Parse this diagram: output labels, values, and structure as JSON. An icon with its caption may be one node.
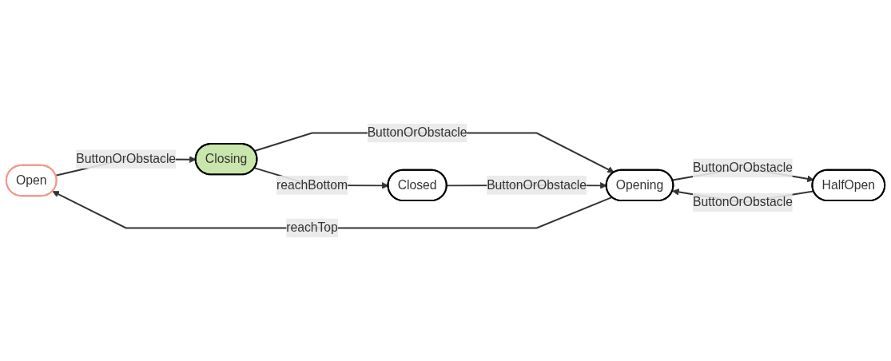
{
  "diagram": {
    "nodes": [
      {
        "text": [
          "Open"
        ]
      },
      {
        "text": [
          "Closing"
        ]
      },
      {
        "text": [
          "Opening"
        ]
      },
      {
        "text": [
          "HalfOpen"
        ]
      },
      {
        "text": [
          "Closed"
        ]
      }
    ],
    "edges": [
      {
        "from": 0,
        "to": 1,
        "arrow": "to",
        "label": "ButtonOrObstacle"
      },
      {
        "from": 1,
        "to": 2,
        "arrow": "to",
        "label": "ButtonOrObstacle"
      },
      {
        "from": 1,
        "to": 4,
        "arrow": "to",
        "label": "reachBottom"
      },
      {
        "from": 2,
        "to": 0,
        "arrow": "to",
        "label": "reachTop"
      },
      {
        "from": 2,
        "to": 3,
        "arrow": "to",
        "label": "ButtonOrObstacle"
      },
      {
        "from": 3,
        "to": 2,
        "arrow": "to",
        "label": "ButtonOrObstacle"
      },
      {
        "from": 4,
        "to": 2,
        "arrow": "to",
        "label": "ButtonOrObstacle"
      }
    ]
  }
}
